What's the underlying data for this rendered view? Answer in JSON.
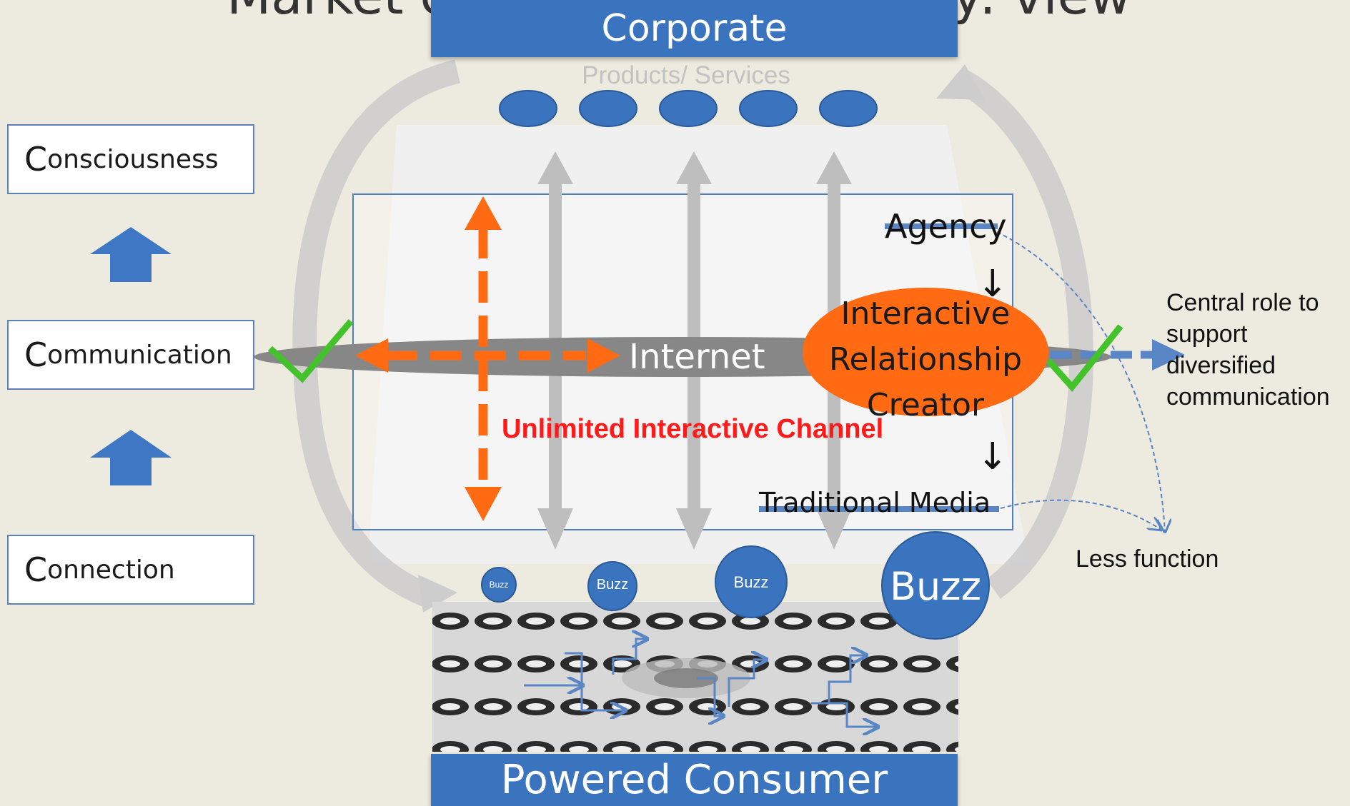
{
  "title_partial": "Market change in PR industry: view",
  "corporate": {
    "label": "Corporate",
    "subtitle": "Products/ Services",
    "product_count": 5
  },
  "consumer": {
    "label": "Powered Consumer"
  },
  "steps": [
    {
      "first_letter": "C",
      "rest": "onsciousness"
    },
    {
      "first_letter": "C",
      "rest": "ommunication"
    },
    {
      "first_letter": "C",
      "rest": "onnection"
    }
  ],
  "internet": {
    "label": "Internet"
  },
  "channel": {
    "label": "Unlimited Interactive Channel"
  },
  "agency": {
    "label": "Agency"
  },
  "creator": {
    "line1": "Interactive",
    "line2": "Relationship",
    "line3": "Creator"
  },
  "traditional": {
    "label": "Traditional Media"
  },
  "central_role": {
    "line1": "Central role to",
    "line2": "support",
    "line3": "diversified",
    "line4": "communication"
  },
  "less_function": {
    "label": "Less function"
  },
  "buzz": [
    {
      "label": "Buzz"
    },
    {
      "label": "Buzz"
    },
    {
      "label": "Buzz"
    },
    {
      "label": "Buzz"
    }
  ],
  "colors": {
    "background": "#EDEADF",
    "banner_blue": "#3A73BE",
    "orange": "#FF6A13",
    "channel_red": "#FF1A1A",
    "check_green": "#44C22B",
    "internet_gray": "#878787",
    "arc_gray": "#CDCDCD"
  },
  "icons": [
    "checkmark-icon",
    "up-arrow-icon",
    "down-arrow-icon",
    "double-arrow-icon",
    "dashed-arrow-icon",
    "spiral-pattern"
  ]
}
